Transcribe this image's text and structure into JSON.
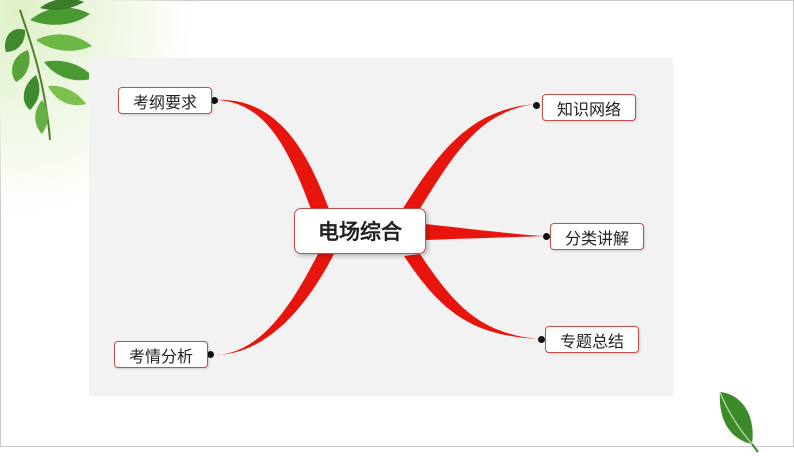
{
  "colors": {
    "branch": "#e8150f",
    "node_border": "#c0504d",
    "panel": "#f2f2f2"
  },
  "icons": {
    "top_left": "green-leaves-icon",
    "bottom_right": "green-leaf-icon"
  },
  "mindmap": {
    "center": "电场综合",
    "left_nodes": [
      "考纲要求",
      "考情分析"
    ],
    "right_nodes": [
      "知识网络",
      "分类讲解",
      "专题总结"
    ]
  }
}
